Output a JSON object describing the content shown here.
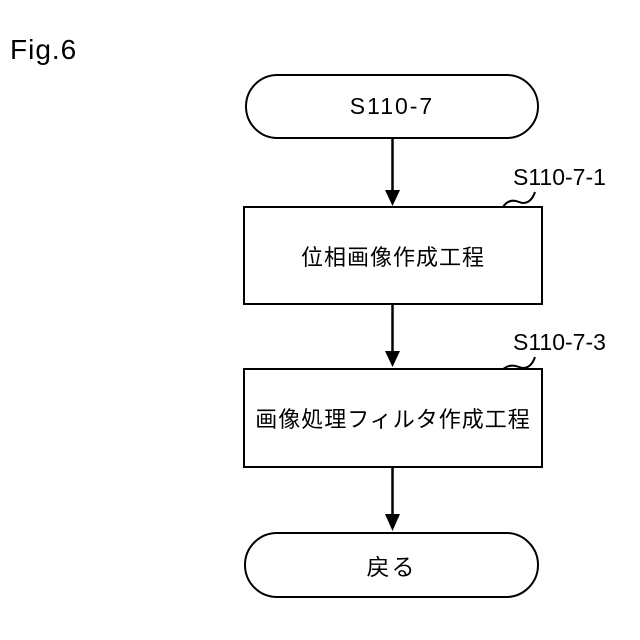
{
  "figure": {
    "label": "Fig.6"
  },
  "colors": {
    "stroke": "#000000",
    "background": "#ffffff",
    "text": "#000000"
  },
  "flowchart": {
    "start_node": {
      "label": "S110-7",
      "shape": "stadium"
    },
    "steps": [
      {
        "label": "位相画像作成工程",
        "ref": "S110-7-1",
        "shape": "rectangle"
      },
      {
        "label": "画像処理フィルタ作成工程",
        "ref": "S110-7-3",
        "shape": "rectangle"
      }
    ],
    "end_node": {
      "label": "戻る",
      "shape": "stadium"
    }
  }
}
